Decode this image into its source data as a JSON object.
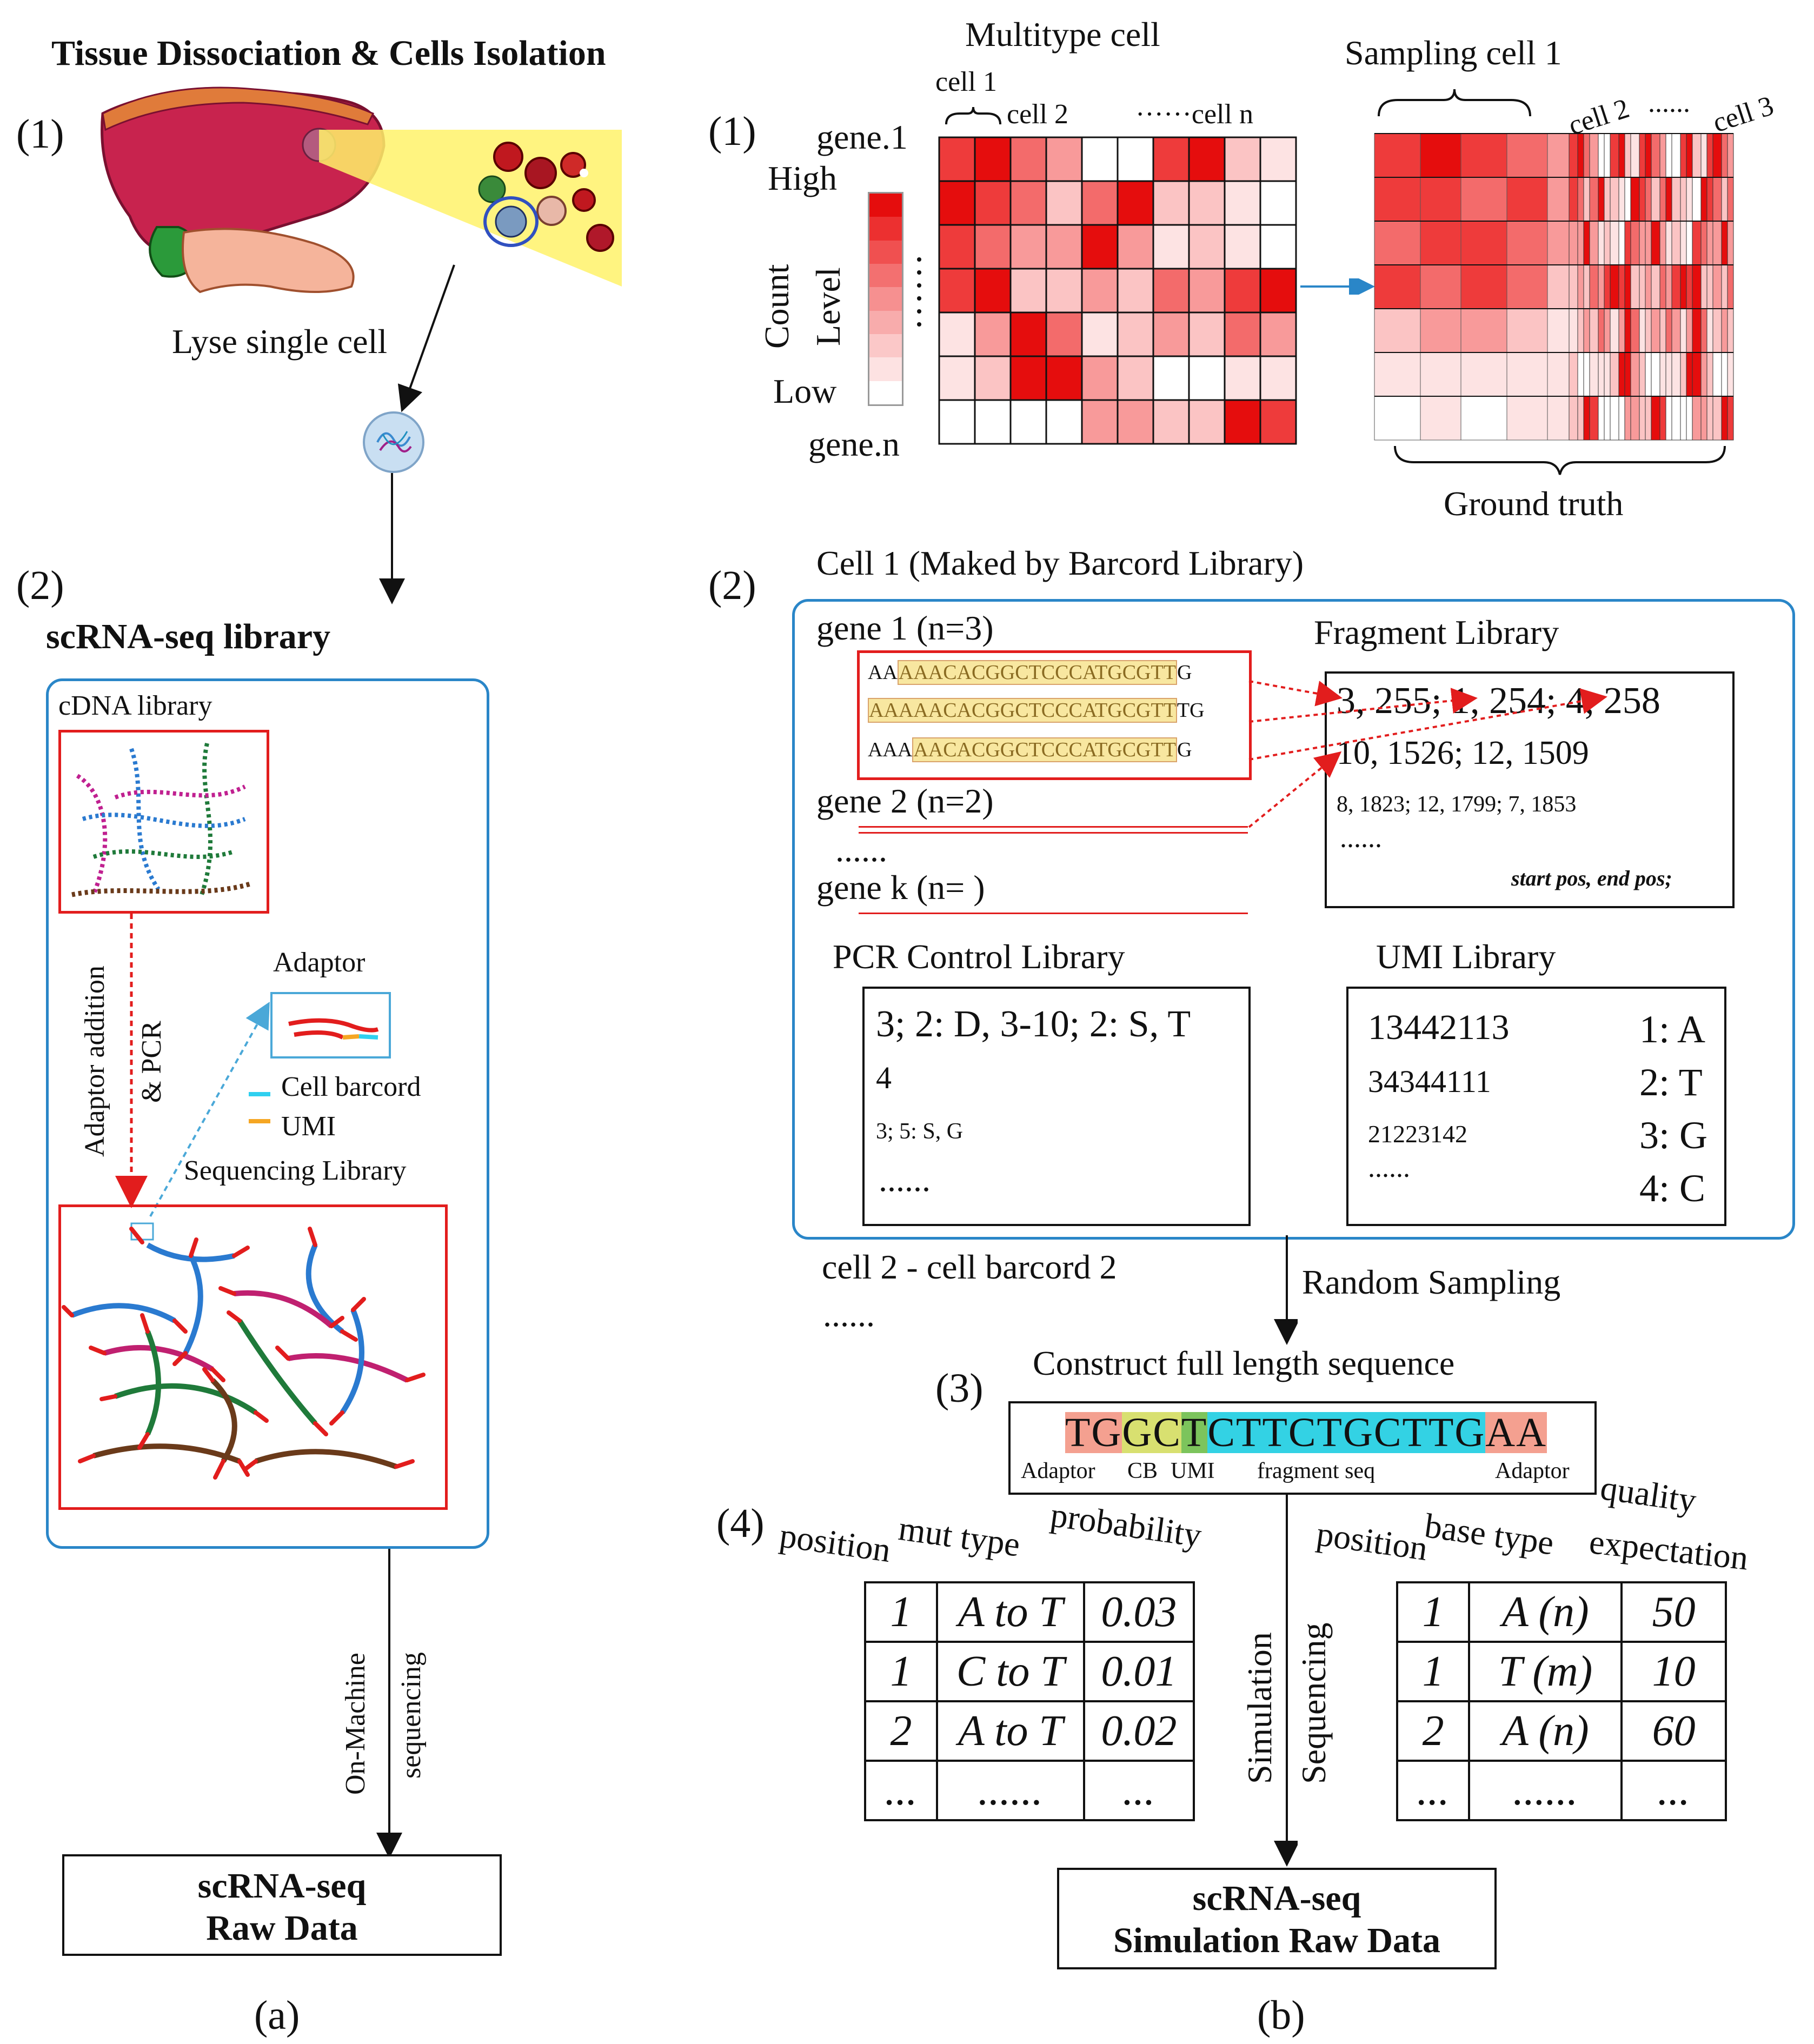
{
  "panel_a": {
    "title": "Tissue Dissociation & Cells Isolation",
    "step1": "(1)",
    "lyse": "Lyse single cell",
    "step2": "(2)",
    "library_title": "scRNA-seq library",
    "cdna": "cDNA library",
    "adaptor_pcr_1": "Adaptor addition",
    "adaptor_pcr_2": "& PCR",
    "adaptor": "Adaptor",
    "cell_barcode": "Cell barcord",
    "umi": "UMI",
    "seq_library": "Sequencing Library",
    "onmachine_1": "On-Machine",
    "onmachine_2": "sequencing",
    "raw_1": "scRNA-seq",
    "raw_2": "Raw Data",
    "caption": "(a)"
  },
  "panel_b": {
    "step1": "(1)",
    "multitype": "Multitype cell",
    "cell1": "cell 1",
    "cell2": "cell 2",
    "celln": "······cell n",
    "gene1": "gene.1",
    "high": "High",
    "count": "Count",
    "level": "Level",
    "low": "Low",
    "genen": "gene.n",
    "sampling": "Sampling cell 1",
    "s_cell2": "cell 2",
    "s_dots": "......",
    "s_cell3": "cell 3",
    "ground_truth": "Ground truth",
    "step2": "(2)",
    "cell1_title": "Cell 1 (Maked by Barcord Library)",
    "gene1_label": "gene 1 (n=3)",
    "seq_rows": [
      {
        "pre": "AA",
        "hl": "AAACACGGCTCCCATGCGTT",
        "post": "G"
      },
      {
        "pre": "",
        "hl": "AAAAACACGGCTCCCATGCGTT",
        "post": "TG"
      },
      {
        "pre": "AAA",
        "hl": "AACACGGCTCCCATGCGTT",
        "post": "G"
      }
    ],
    "gene2_label": "gene 2 (n=2)",
    "gene_dots": "......",
    "genek_label": "gene k (n= )",
    "fragment_title": "Fragment Library",
    "frag_l1": "3, 255; 1, 254; 4, 258",
    "frag_l2": "10, 1526; 12, 1509",
    "frag_l3": "8, 1823; 12, 1799; 7, 1853",
    "frag_dots": "......",
    "frag_note": "start pos, end pos;",
    "pcr_title": "PCR Control Library",
    "pcr_l1": "3; 2: D, 3-10; 2: S, T",
    "pcr_l2": "4",
    "pcr_l3": "3; 5: S, G",
    "pcr_dots": "......",
    "umi_title": "UMI Library",
    "umi_codes": [
      "13442113",
      "34344111",
      "21223142",
      "......"
    ],
    "umi_map": [
      "1: A",
      "2: T",
      "3: G",
      "4: C"
    ],
    "cell2_barcode": "cell 2 - cell barcord 2",
    "cell_dots": "......",
    "random_sampling": "Random Sampling",
    "step3": "(3)",
    "construct": "Construct full length sequence",
    "full_seq": [
      {
        "text": "TG",
        "color": "#f4a090"
      },
      {
        "text": "GC",
        "color": "#d8e070"
      },
      {
        "text": "T",
        "color": "#7cc45c"
      },
      {
        "text": "CTTCTGCTTG",
        "color": "#33d2e4"
      },
      {
        "text": "AA",
        "color": "#f4a090"
      }
    ],
    "seq_lbl_adaptor1": "Adaptor",
    "seq_lbl_cb": "CB",
    "seq_lbl_umi": "UMI",
    "seq_lbl_frag": "fragment seq",
    "seq_lbl_adaptor2": "Adaptor",
    "step4": "(4)",
    "mut_headers": [
      "position",
      "mut type",
      "probability"
    ],
    "mut_rows": [
      [
        "1",
        "A to T",
        "0.03"
      ],
      [
        "1",
        "C to T",
        "0.01"
      ],
      [
        "2",
        "A to T",
        "0.02"
      ],
      [
        "...",
        "......",
        "..."
      ]
    ],
    "sim_1": "Simulation",
    "sim_2": "Sequencing",
    "qual_headers": [
      "position",
      "base type",
      "quality",
      "expectation"
    ],
    "qual_rows": [
      [
        "1",
        "A (n)",
        "50"
      ],
      [
        "1",
        "T (m)",
        "10"
      ],
      [
        "2",
        "A (n)",
        "60"
      ],
      [
        "...",
        "......",
        "..."
      ]
    ],
    "sim_raw_1": "scRNA-seq",
    "sim_raw_2": "Simulation Raw Data",
    "caption": "(b)"
  },
  "heatmap": {
    "colors": [
      "#ffffff",
      "#fde3e3",
      "#fbc4c4",
      "#f89a9a",
      "#f36b6b",
      "#ee3b3b",
      "#e50d0d"
    ],
    "grid": [
      [
        5,
        6,
        4,
        3,
        0,
        0,
        5,
        6,
        2,
        1
      ],
      [
        6,
        5,
        4,
        2,
        4,
        6,
        2,
        2,
        1,
        0
      ],
      [
        5,
        4,
        3,
        3,
        6,
        3,
        1,
        2,
        1,
        0
      ],
      [
        5,
        6,
        2,
        2,
        3,
        2,
        4,
        3,
        5,
        6
      ],
      [
        1,
        3,
        6,
        4,
        1,
        2,
        3,
        2,
        4,
        3
      ],
      [
        1,
        2,
        6,
        6,
        3,
        2,
        0,
        0,
        1,
        1
      ],
      [
        0,
        0,
        0,
        0,
        3,
        3,
        2,
        2,
        6,
        5
      ]
    ],
    "sample_grid": [
      [
        5,
        6,
        5,
        4,
        3
      ],
      [
        5,
        5,
        4,
        5,
        3
      ],
      [
        4,
        5,
        5,
        4,
        3
      ],
      [
        5,
        4,
        5,
        4,
        2
      ],
      [
        2,
        3,
        3,
        2,
        1
      ],
      [
        1,
        1,
        1,
        1,
        1
      ],
      [
        0,
        1,
        0,
        1,
        1
      ]
    ],
    "legend_colors": [
      "#e50d0d",
      "#ec3030",
      "#f05050",
      "#f37070",
      "#f69090",
      "#f8acac",
      "#fbc8c8",
      "#fde2e2",
      "#ffffff"
    ]
  }
}
